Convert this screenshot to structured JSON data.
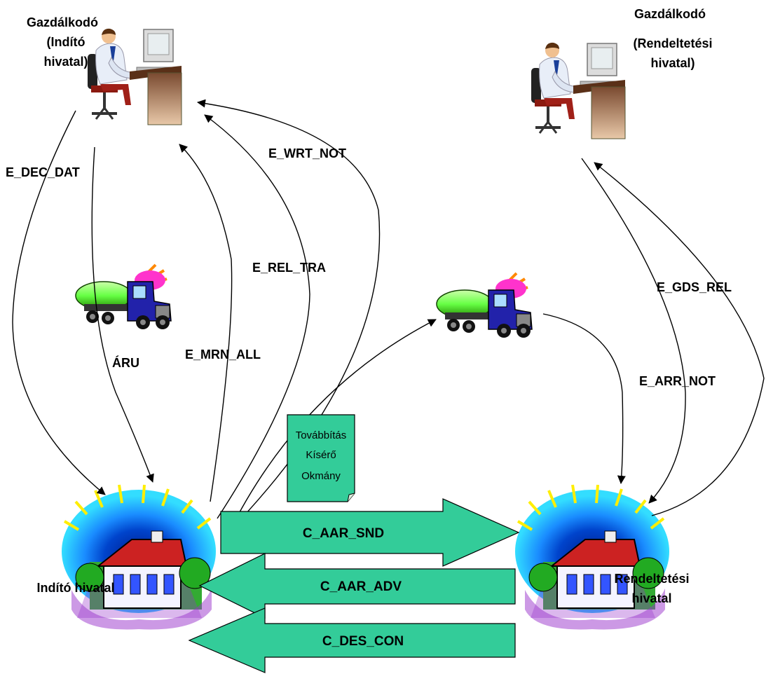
{
  "actors": {
    "origin_trader": {
      "line1": "Gazdálkodó",
      "line2": "(Indító",
      "line3": "hivatal)"
    },
    "destination_trader": {
      "line1": "Gazdálkodó",
      "line2": "(Rendeltetési",
      "line3": "hivatal)"
    },
    "origin_office": {
      "label": "Indító hivatal"
    },
    "destination_office": {
      "line1": "Rendeltetési",
      "line2": "hivatal"
    }
  },
  "messages": {
    "e_dec_dat": "E_DEC_DAT",
    "aru": "ÁRU",
    "e_mrn_all": "E_MRN_ALL",
    "e_rel_tra": "E_REL_TRA",
    "e_wrt_not": "E_WRT_NOT",
    "e_gds_rel": "E_GDS_REL",
    "e_arr_not": "E_ARR_NOT",
    "c_aar_snd": "C_AAR_SND",
    "c_aar_adv": "C_AAR_ADV",
    "c_des_con": "C_DES_CON"
  },
  "document": {
    "line1": "Továbbítás",
    "line2": "Kísérő",
    "line3": "Okmány"
  },
  "colors": {
    "arrow_fill": "#33cc99",
    "document_fill": "#33cc99",
    "truck_tank": "#66ff44",
    "truck_cab": "#2222aa",
    "office_glow": "#33ccff",
    "office_roof": "#cc2222",
    "office_border": "#9933cc"
  },
  "icons": [
    "person-at-computer-icon",
    "tanker-truck-icon",
    "customs-office-icon"
  ]
}
